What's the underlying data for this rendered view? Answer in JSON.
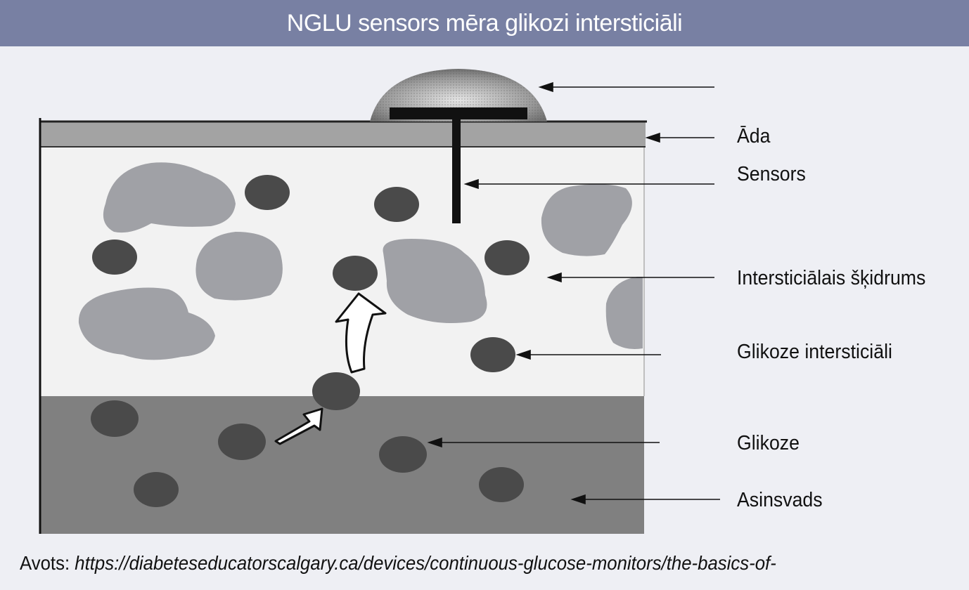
{
  "title": "NGLU sensors mēra glikozi intersticiāli",
  "labels": {
    "ada": "Āda",
    "sensors": "Sensors",
    "intersticialais": "Intersticiālais šķidrums",
    "glikoze_int": "Glikoze intersticiāli",
    "glikoze": "Glikoze",
    "asinsvads": "Asinsvads"
  },
  "source": {
    "prefix": "Avots:",
    "url": "https://diabeteseducatorscalgary.ca/devices/continuous-glucose-monitors/the-basics-of-"
  },
  "colors": {
    "title_bar": "#7880a3",
    "skin": "#a3a3a3",
    "tissue": "#f2f2f2",
    "cells": "#a0a1a6",
    "glucose": "#4a4a4a",
    "vessel": "#808080"
  }
}
